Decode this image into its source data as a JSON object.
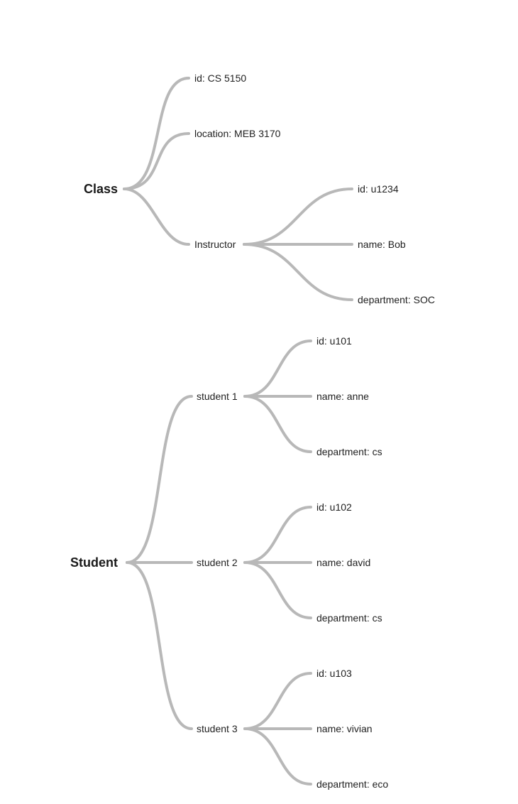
{
  "mindmap": {
    "class": {
      "label": "Class",
      "id": "id: CS 5150",
      "location": "location: MEB 3170",
      "instructor": {
        "label": "Instructor",
        "id": "id: u1234",
        "name": "name: Bob",
        "department": "department: SOC"
      }
    },
    "student": {
      "label": "Student",
      "students": [
        {
          "label": "student 1",
          "id": "id: u101",
          "name": "name: anne",
          "department": "department: cs"
        },
        {
          "label": "student 2",
          "id": "id: u102",
          "name": "name: david",
          "department": "department: cs"
        },
        {
          "label": "student 3",
          "id": "id: u103",
          "name": "name: vivian",
          "department": "department: eco"
        }
      ]
    }
  },
  "colors": {
    "edge": "#b8b8b8",
    "text": "#1f1f1f"
  }
}
